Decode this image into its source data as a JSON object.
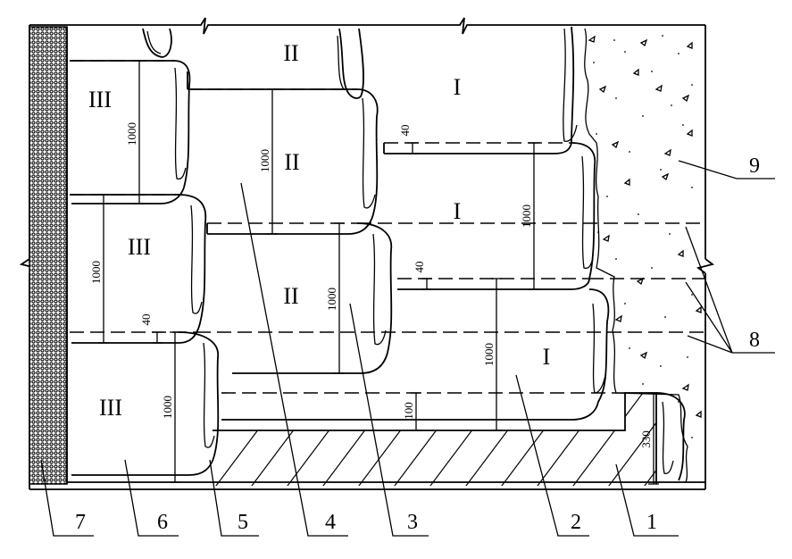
{
  "layers": {
    "tier1": "I",
    "tier2": "II",
    "tier3": "III"
  },
  "dimensions": {
    "block_height": "1000",
    "offset": "40",
    "base_offset": "100",
    "base_height": "330"
  },
  "callouts": [
    "1",
    "2",
    "3",
    "4",
    "5",
    "6",
    "7",
    "8",
    "9"
  ],
  "colors": {
    "line": "#000000",
    "background": "#ffffff"
  }
}
